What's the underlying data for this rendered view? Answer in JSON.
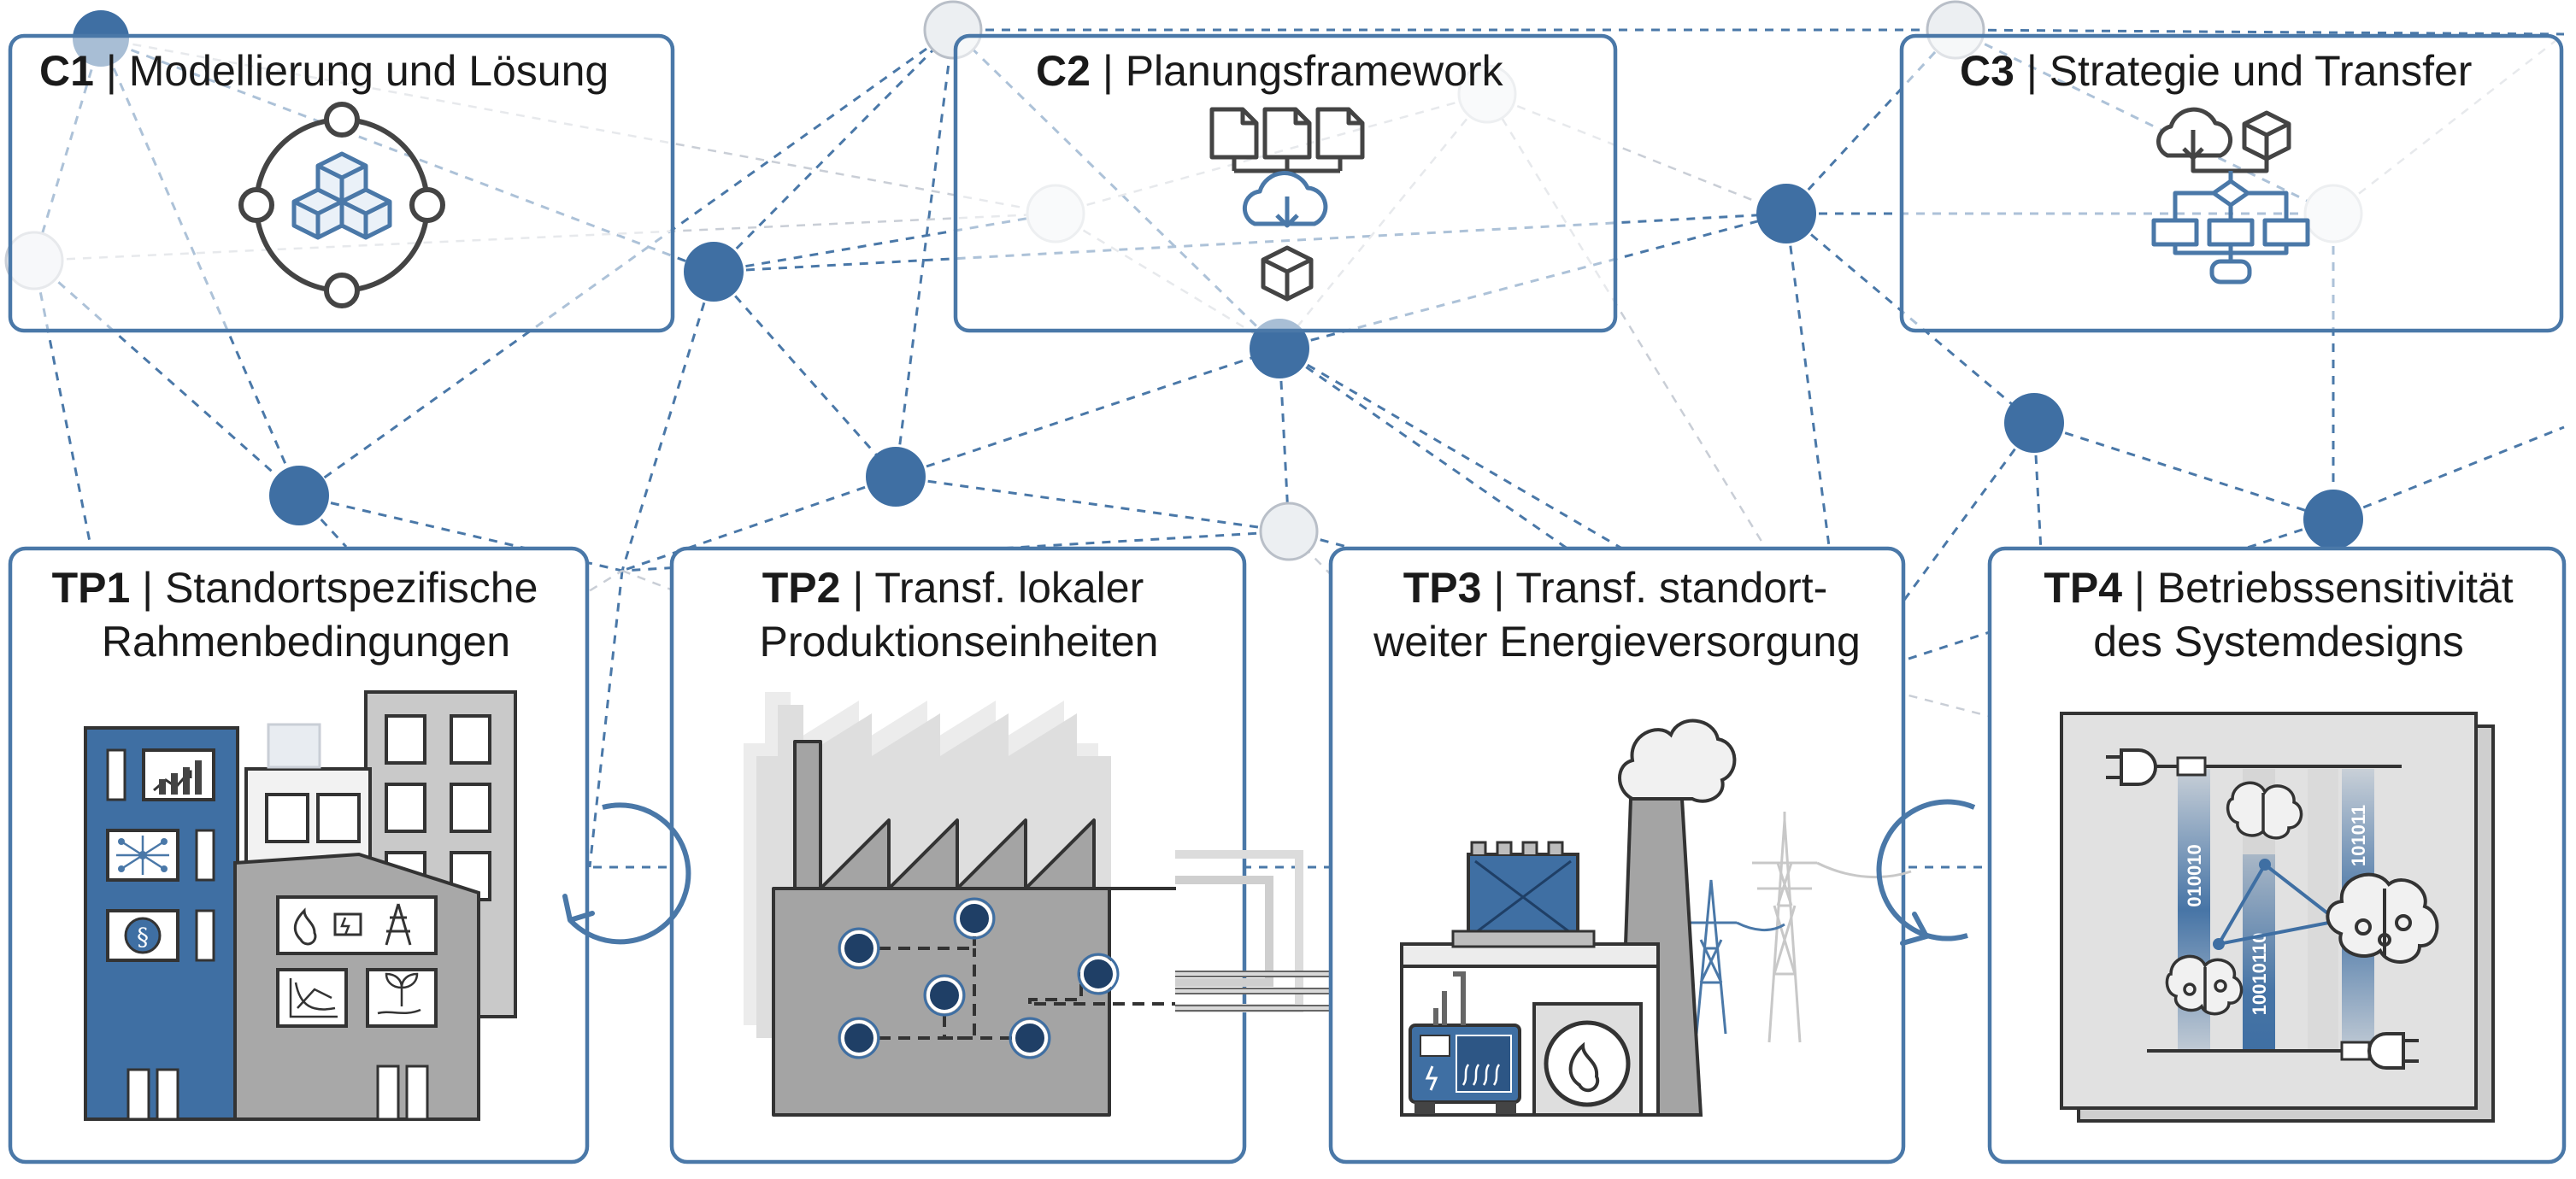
{
  "boxes": {
    "c1": {
      "code": "C1",
      "sep": " | ",
      "title": "Modellierung und Lösung"
    },
    "c2": {
      "code": "C2",
      "sep": " | ",
      "title": "Planungsframework"
    },
    "c3": {
      "code": "C3",
      "sep": " | ",
      "title": "Strategie und Transfer"
    },
    "tp1": {
      "code": "TP1",
      "sep": " | ",
      "title_line1": "Standortspezifische",
      "title_line2": "Rahmenbedingungen"
    },
    "tp2": {
      "code": "TP2",
      "sep": " | ",
      "title_line1": "Transf. lokaler",
      "title_line2": "Produktionseinheiten"
    },
    "tp3": {
      "code": "TP3",
      "sep": " | ",
      "title_line1": "Transf. standort-",
      "title_line2": "weiter Energieversorgung"
    },
    "tp4": {
      "code": "TP4",
      "sep": " | ",
      "title_line1": "Betriebssensitivität",
      "title_line2": "des Systemdesigns"
    }
  },
  "tp4_binary": {
    "b1": "010010",
    "b2": "101011",
    "b3": "10010110"
  },
  "colors": {
    "accent": "#4a78a8",
    "node_dark": "#3f6fa3",
    "node_light": "#e4e6ea",
    "grey": "#9a9a9a",
    "dark_grey": "#555555"
  }
}
